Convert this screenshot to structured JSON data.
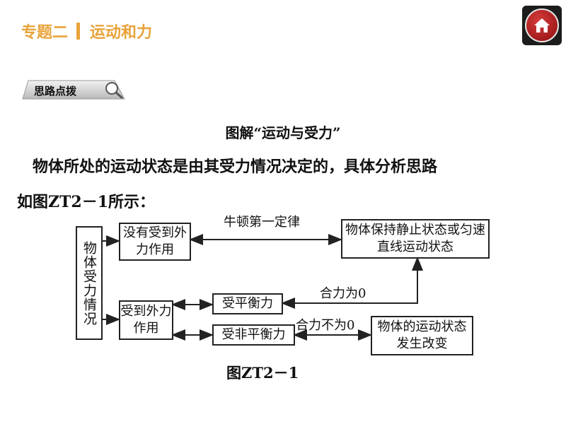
{
  "header": {
    "topic": "专题二",
    "subtitle": "运动和力",
    "accent_color": "#e8a33a"
  },
  "home_button": {
    "icon": "home-icon"
  },
  "tag": {
    "label": "思路点拨",
    "icon": "magnifier-icon"
  },
  "heading": "图解“运动与受力”",
  "paragraph": {
    "line1": "物体所处的运动状态是由其受力情况决定的，具体分析思路",
    "line2": "如图ZT2－1所示："
  },
  "diagram": {
    "boxes": {
      "force_condition": "物体受力情况",
      "no_force": "没有受到外力作用",
      "steady_state": "物体保持静止状态或匀速直线运动状态",
      "has_force": "受到外力作用",
      "balanced": "受平衡力",
      "unbalanced": "受非平衡力",
      "state_change": "物体的运动状态发生改变"
    },
    "edges": {
      "newton": "牛顿第一定律",
      "net_zero": "合力为0",
      "net_nonzero": "合力不为0"
    }
  },
  "caption": "图ZT2－1"
}
